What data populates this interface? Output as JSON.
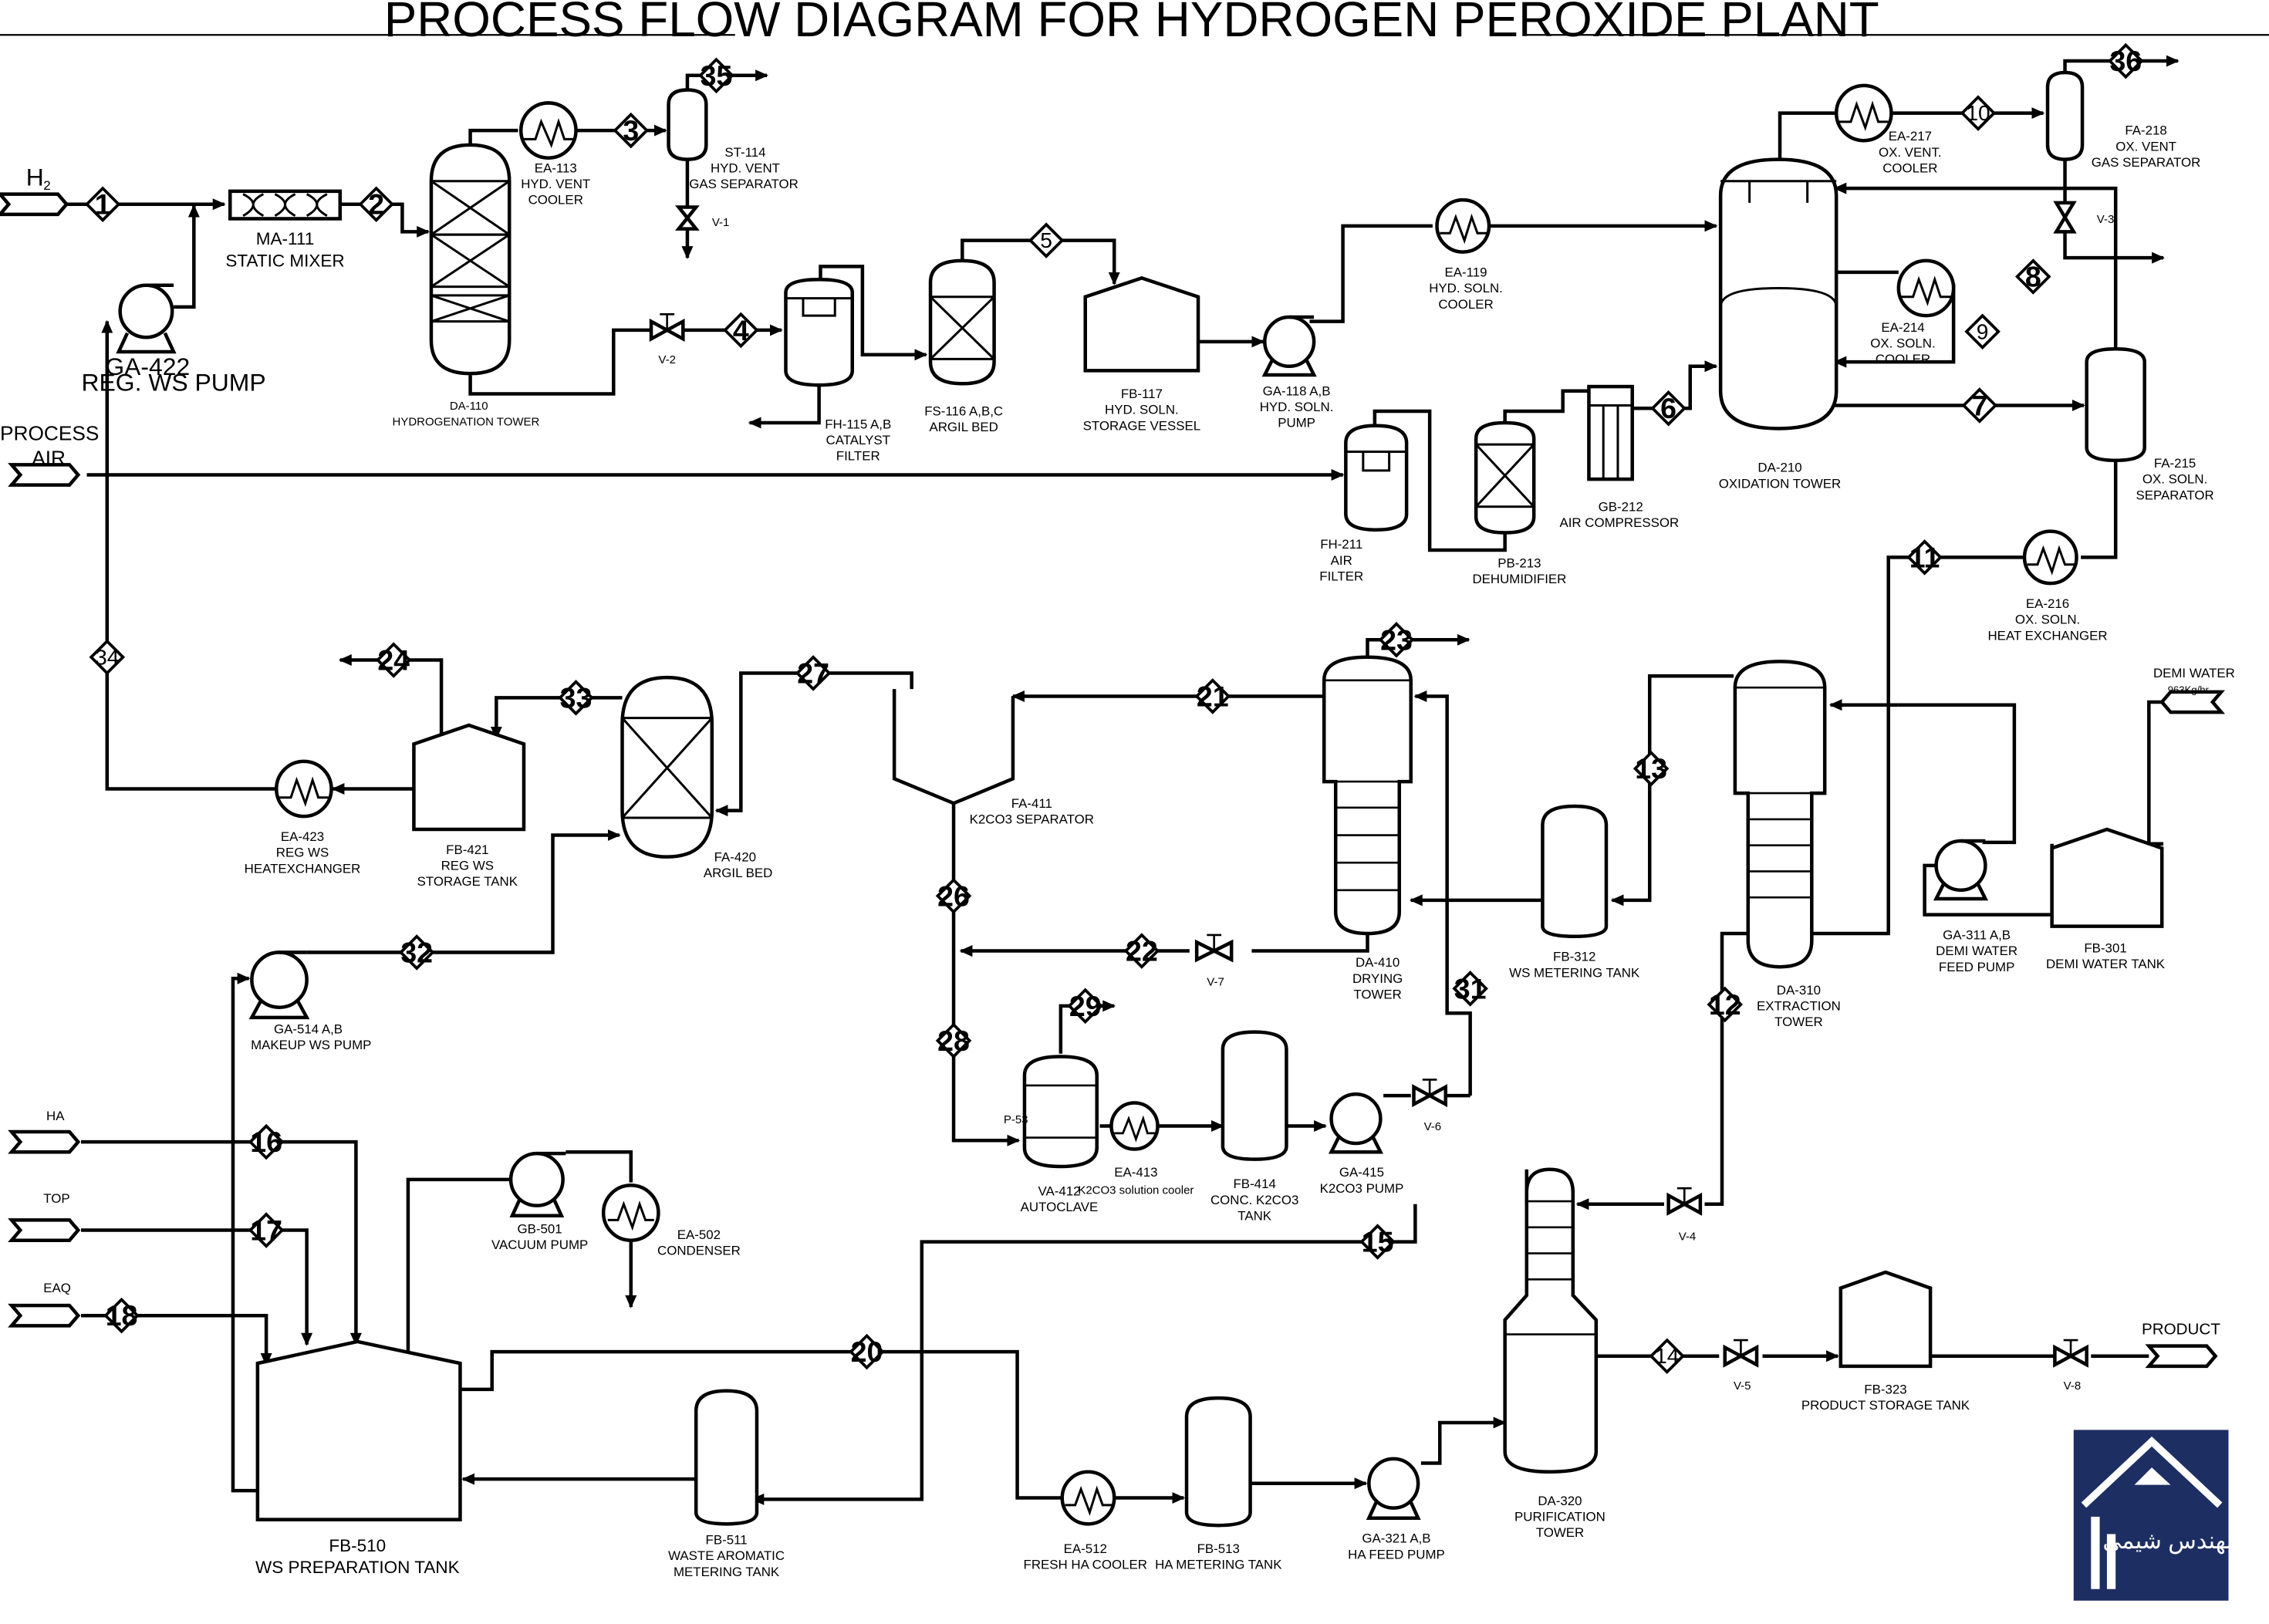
{
  "title": "PROCESS FLOW DIAGRAM FOR HYDROGEN PEROXIDE PLANT",
  "feeds": {
    "h2": "H",
    "h2_sub": "2",
    "process_air": [
      "PROCESS",
      "AIR"
    ],
    "ha": "HA",
    "top": "TOP",
    "eaq": "EAQ",
    "demi_water": [
      "DEMI WATER",
      "963Kg/hr"
    ],
    "product": "PRODUCT"
  },
  "equipment": {
    "ga422": [
      "GA-422",
      "REG. WS PUMP"
    ],
    "ma111": [
      "MA-111",
      "STATIC MIXER"
    ],
    "da110": [
      "DA-110",
      "HYDROGENATION TOWER"
    ],
    "ea113": [
      "EA-113",
      "HYD. VENT",
      "COOLER"
    ],
    "st114": [
      "ST-114",
      "HYD. VENT",
      "GAS SEPARATOR"
    ],
    "v1": "V-1",
    "v2": "V-2",
    "fh115": [
      "FH-115 A,B",
      "CATALYST",
      "FILTER"
    ],
    "fs116": [
      "FS-116 A,B,C",
      "ARGIL BED"
    ],
    "fb117": [
      "FB-117",
      "HYD. SOLN.",
      "STORAGE VESSEL"
    ],
    "ga118": [
      "GA-118 A,B",
      "HYD. SOLN.",
      "PUMP"
    ],
    "ea119": [
      "EA-119",
      "HYD. SOLN.",
      "COOLER"
    ],
    "fh211": [
      "FH-211",
      "AIR",
      "FILTER"
    ],
    "pb213": [
      "PB-213",
      "DEHUMIDIFIER"
    ],
    "gb212": [
      "GB-212",
      "AIR COMPRESSOR"
    ],
    "da210": [
      "DA-210",
      "OXIDATION TOWER"
    ],
    "ea217": [
      "EA-217",
      "OX. VENT.",
      "COOLER"
    ],
    "fa218": [
      "FA-218",
      "OX. VENT",
      "GAS SEPARATOR"
    ],
    "v3": "V-3",
    "ea214": [
      "EA-214",
      "OX. SOLN.",
      "COOLER"
    ],
    "fa215": [
      "FA-215",
      "OX. SOLN.",
      "SEPARATOR"
    ],
    "ea216": [
      "EA-216",
      "OX. SOLN.",
      "HEAT EXCHANGER"
    ],
    "ea423": [
      "EA-423",
      "REG WS",
      "HEATEXCHANGER"
    ],
    "fb421": [
      "FB-421",
      "REG WS",
      "STORAGE TANK"
    ],
    "fa420": [
      "FA-420",
      "ARGIL BED"
    ],
    "fa411": [
      "FA-411",
      "K2CO3 SEPARATOR"
    ],
    "da410": [
      "DA-410",
      "DRYING",
      "TOWER"
    ],
    "fb312": [
      "FB-312",
      "WS METERING TANK"
    ],
    "da310": [
      "DA-310",
      "EXTRACTION",
      "TOWER"
    ],
    "ga311": [
      "GA-311 A,B",
      "DEMI WATER",
      "FEED PUMP"
    ],
    "fb301": [
      "FB-301",
      "DEMI WATER TANK"
    ],
    "v7": "V-7",
    "v6": "V-6",
    "ga514": [
      "GA-514 A,B",
      "MAKEUP WS PUMP"
    ],
    "va412": [
      "VA-412",
      "AUTOCLAVE"
    ],
    "p53": "P-53",
    "ea413": [
      "EA-413",
      "K2CO3 solution cooler"
    ],
    "fb414": [
      "FB-414",
      "CONC. K2CO3",
      "TANK"
    ],
    "ga415": [
      "GA-415",
      "K2CO3 PUMP"
    ],
    "gb501": [
      "GB-501",
      "VACUUM PUMP"
    ],
    "ea502": [
      "EA-502",
      "CONDENSER"
    ],
    "v4": "V-4",
    "fb510": [
      "FB-510",
      "WS PREPARATION TANK"
    ],
    "fb511": [
      "FB-511",
      "WASTE AROMATIC",
      "METERING TANK"
    ],
    "ea512": [
      "EA-512",
      "FRESH HA COOLER"
    ],
    "fb513": [
      "FB-513",
      "HA METERING TANK"
    ],
    "ga321": [
      "GA-321 A,B",
      "HA FEED PUMP"
    ],
    "da320": [
      "DA-320",
      "PURIFICATION",
      "TOWER"
    ],
    "v5": "V-5",
    "fb323": [
      "FB-323",
      "PRODUCT STORAGE TANK"
    ],
    "v8": "V-8"
  },
  "streams": [
    "1",
    "2",
    "3",
    "4",
    "5",
    "6",
    "7",
    "8",
    "9",
    "10",
    "11",
    "12",
    "13",
    "14",
    "15",
    "16",
    "17",
    "18",
    "20",
    "21",
    "22",
    "23",
    "24",
    "26",
    "27",
    "28",
    "29",
    "31",
    "32",
    "33",
    "34",
    "35",
    "36"
  ],
  "logo": {
    "text": "مهندس شیمی"
  }
}
